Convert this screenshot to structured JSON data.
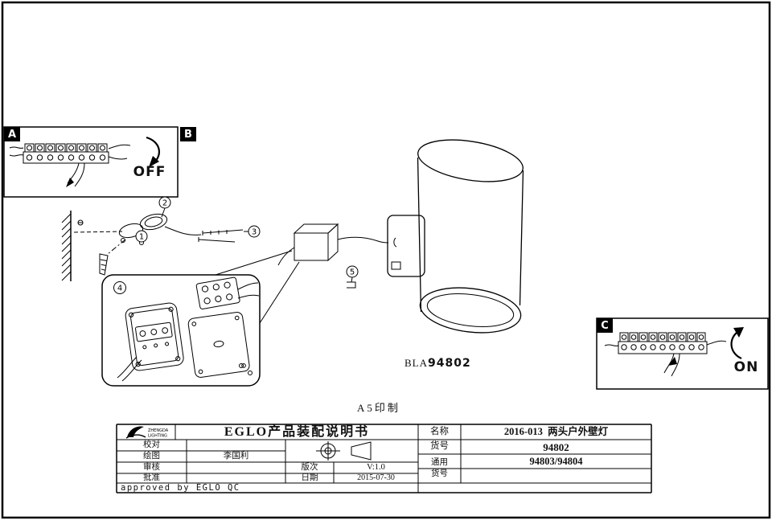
{
  "page": {
    "print_note": "A5印制"
  },
  "panels": {
    "a": {
      "label": "A",
      "state": "OFF"
    },
    "b": {
      "label": "B"
    },
    "c": {
      "label": "C",
      "state": "ON"
    }
  },
  "diagram": {
    "steps": [
      "1",
      "2",
      "3",
      "4",
      "5"
    ],
    "model_prefix": "BLA",
    "model_number": "94802"
  },
  "logo": {
    "line1": "ZHENGDA",
    "line2": "LIGHTING"
  },
  "title_block": {
    "doc_title": "EGLO产品装配说明书",
    "name_label": "名称",
    "name_value": "2016-013  两头户外壁灯",
    "item_label": "货号",
    "item_value": "94802",
    "common_label_line1": "通用",
    "common_label_line2": "货号",
    "common_value": "94803/94804",
    "proofread_label": "校对",
    "draw_label": "绘图",
    "draw_value": "李国利",
    "review_label": "审核",
    "approve_label": "批准",
    "version_label": "版次",
    "version_value": "V:1.0",
    "date_label": "日期",
    "date_value": "2015-07-30",
    "approved_note": "approved by EGLO QC"
  }
}
